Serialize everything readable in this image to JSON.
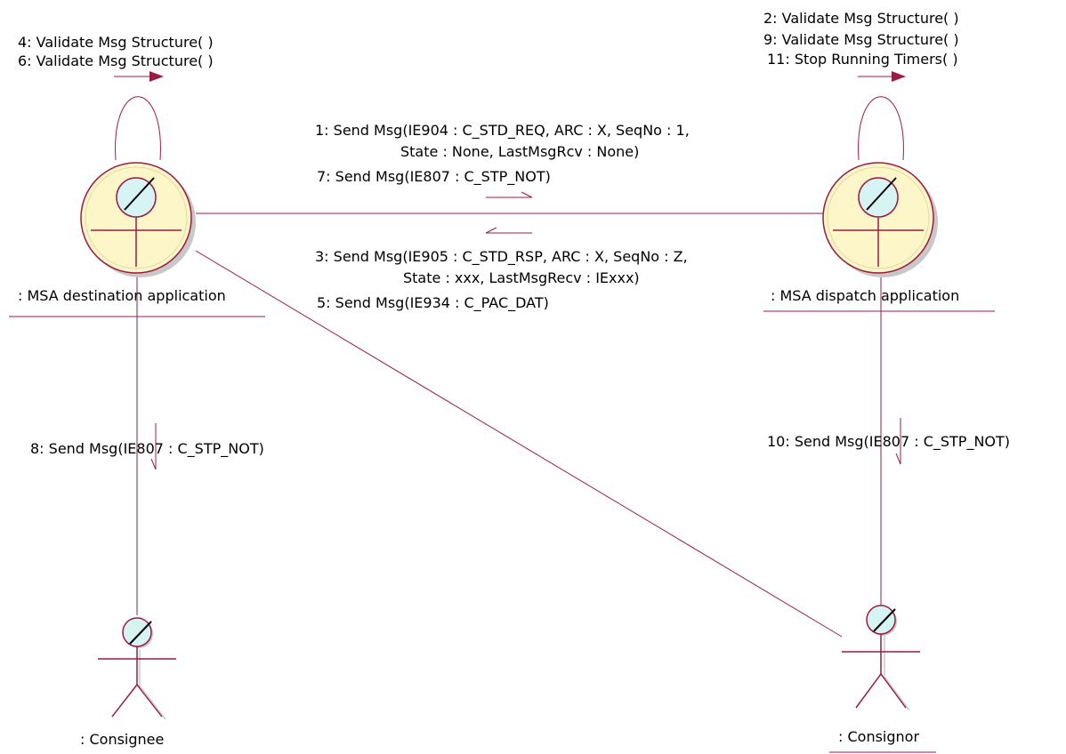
{
  "colors": {
    "line": "#9b1b45",
    "icon_fill": "#fdf6c9",
    "head_fill": "#d6f4f4",
    "shadow": "#c8c8c8"
  },
  "objects": {
    "destination": {
      "label": ": MSA destination application",
      "icon": "boundary-control-icon"
    },
    "dispatch": {
      "label": ": MSA dispatch application",
      "icon": "boundary-control-icon"
    },
    "consignee": {
      "label": ": Consignee",
      "icon": "actor-icon"
    },
    "consignor": {
      "label": ": Consignor",
      "icon": "actor-icon"
    }
  },
  "messages": {
    "m4": "4: Validate Msg Structure( )",
    "m6": "6: Validate Msg Structure( )",
    "m2": "2: Validate Msg Structure( )",
    "m9": "9: Validate Msg Structure( )",
    "m11": "11: Stop Running Timers( )",
    "m1_line1": "1: Send Msg(IE904 : C_STD_REQ, ARC : X, SeqNo : 1,",
    "m1_line2": "State : None, LastMsgRcv : None)",
    "m7": "7: Send Msg(IE807 : C_STP_NOT)",
    "m3_line1": "3: Send Msg(IE905 : C_STD_RSP, ARC : X, SeqNo : Z,",
    "m3_line2": "State : xxx, LastMsgRecv : IExxx)",
    "m5": "5: Send Msg(IE934 : C_PAC_DAT)",
    "m8": "8: Send Msg(IE807 : C_STP_NOT)",
    "m10": "10: Send Msg(IE807 : C_STP_NOT)"
  }
}
